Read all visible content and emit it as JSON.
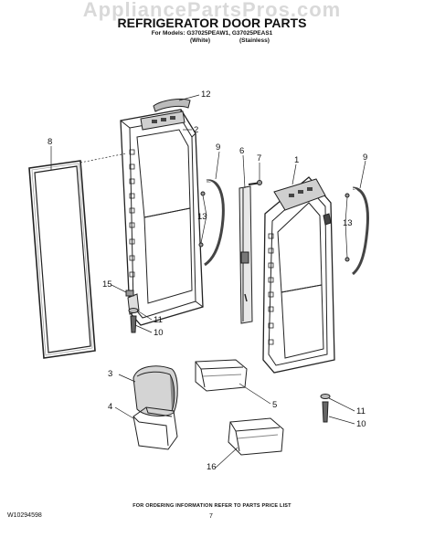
{
  "header": {
    "watermark": "AppliancePartsPros.com",
    "title": "REFRIGERATOR DOOR PARTS",
    "models": "For Models: G37025PEAW1, G37025PEAS1",
    "variant_white": "(White)",
    "variant_stainless": "(Stainless)"
  },
  "callouts": [
    {
      "id": "12",
      "label": "12"
    },
    {
      "id": "2",
      "label": "2"
    },
    {
      "id": "8",
      "label": "8"
    },
    {
      "id": "9a",
      "label": "9"
    },
    {
      "id": "6",
      "label": "6"
    },
    {
      "id": "7",
      "label": "7"
    },
    {
      "id": "1",
      "label": "1"
    },
    {
      "id": "9b",
      "label": "9"
    },
    {
      "id": "13a",
      "label": "13"
    },
    {
      "id": "13b",
      "label": "13"
    },
    {
      "id": "15",
      "label": "15"
    },
    {
      "id": "11a",
      "label": "11"
    },
    {
      "id": "10a",
      "label": "10"
    },
    {
      "id": "3",
      "label": "3"
    },
    {
      "id": "5",
      "label": "5"
    },
    {
      "id": "4",
      "label": "4"
    },
    {
      "id": "11b",
      "label": "11"
    },
    {
      "id": "10b",
      "label": "10"
    },
    {
      "id": "16",
      "label": "16"
    }
  ],
  "footer": {
    "note": "FOR ORDERING INFORMATION REFER TO PARTS PRICE LIST",
    "doc_id": "W10294598",
    "page": "7"
  }
}
